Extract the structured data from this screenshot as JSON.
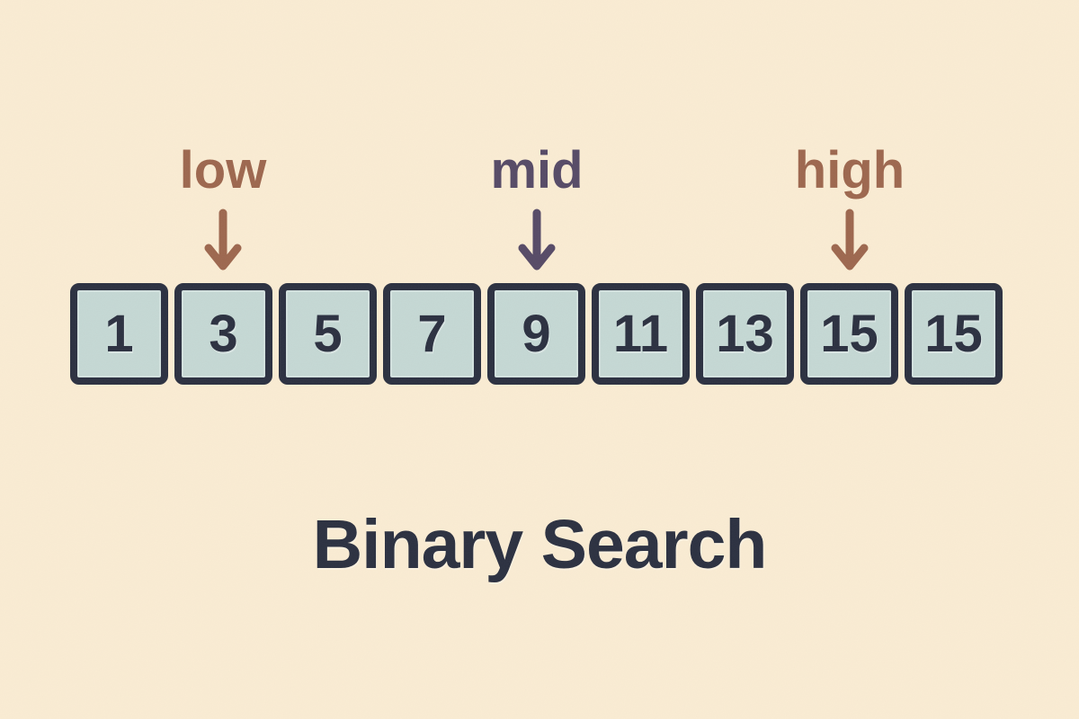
{
  "title": "Binary Search",
  "colors": {
    "background": "#faecd3",
    "box_fill": "#c5d8d4",
    "box_border": "#2b3040",
    "text_dark": "#2b3040",
    "low_pointer": "#9d674e",
    "mid_pointer": "#564a66",
    "high_pointer": "#9d674e"
  },
  "array": {
    "values": [
      "1",
      "3",
      "5",
      "7",
      "9",
      "11",
      "13",
      "15",
      "15"
    ]
  },
  "pointers": [
    {
      "label": "low",
      "points_to_index": 1,
      "color": "#9d674e"
    },
    {
      "label": "mid",
      "points_to_index": 4,
      "color": "#564a66"
    },
    {
      "label": "high",
      "points_to_index": 7,
      "color": "#9d674e"
    }
  ]
}
